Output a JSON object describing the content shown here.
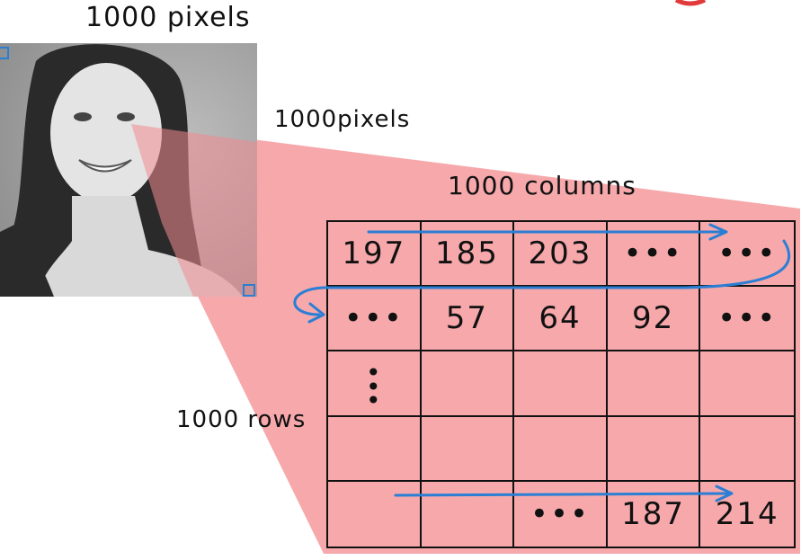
{
  "labels": {
    "image_width": "1000 pixels",
    "image_height": "1000pixels",
    "columns": "1000 columns",
    "rows": "1000 rows"
  },
  "matrix": {
    "rows": [
      [
        "197",
        "185",
        "203",
        "•••",
        "•••"
      ],
      [
        "•••",
        "57",
        "64",
        "92",
        "•••"
      ],
      [
        "•\n•\n•",
        "",
        "",
        "",
        ""
      ],
      [
        "",
        "",
        "",
        "",
        ""
      ],
      [
        "",
        "",
        "•••",
        "187",
        "214"
      ]
    ]
  },
  "colors": {
    "projection_fill": "#f5a3a6",
    "arrow": "#2a7fd4",
    "handle": "#2a7fd4"
  },
  "icons": {
    "photo": "grayscale-portrait-photo",
    "arrow_row1": "right-arrow",
    "arrow_wrap": "wrap-arrow",
    "arrow_row5": "right-arrow"
  }
}
